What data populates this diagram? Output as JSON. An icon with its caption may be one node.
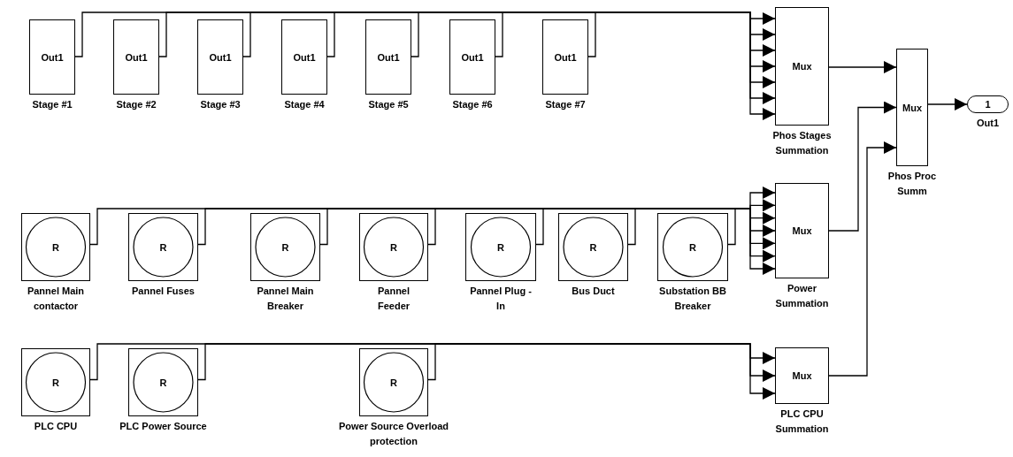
{
  "diagram": {
    "nodes": [
      {
        "text": [
          "Out1"
        ],
        "beside": [
          "Stage #1"
        ]
      },
      {
        "text": [
          "Out1"
        ],
        "beside": [
          "Stage #2"
        ]
      },
      {
        "text": [
          "Out1"
        ],
        "beside": [
          "Stage #3"
        ]
      },
      {
        "text": [
          "Out1"
        ],
        "beside": [
          "Stage #4"
        ]
      },
      {
        "text": [
          "Out1"
        ],
        "beside": [
          "Stage #5"
        ]
      },
      {
        "text": [
          "Out1"
        ],
        "beside": [
          "Stage #6"
        ]
      },
      {
        "text": [
          "Out1"
        ],
        "beside": [
          "Stage #7"
        ]
      },
      {
        "text": [
          "Mux"
        ],
        "beside": [
          "Phos Stages Summation"
        ]
      },
      {
        "text": [
          "Mux"
        ],
        "beside": [
          "Phos Proc Summ"
        ]
      },
      {
        "text": [
          "1"
        ],
        "beside": [
          "Out1"
        ]
      },
      {
        "text": [
          "R"
        ],
        "beside": [
          "Pannel Main contactor"
        ]
      },
      {
        "text": [
          "R"
        ],
        "beside": [
          "Pannel Fuses"
        ]
      },
      {
        "text": [
          "R"
        ],
        "beside": [
          "Pannel Main Breaker"
        ]
      },
      {
        "text": [
          "R"
        ],
        "beside": [
          "Pannel Feeder"
        ]
      },
      {
        "text": [
          "R"
        ],
        "beside": [
          "Pannel Plug -In"
        ]
      },
      {
        "text": [
          "R"
        ],
        "beside": [
          "Bus Duct"
        ]
      },
      {
        "text": [
          "R"
        ],
        "beside": [
          "Substation BB Breaker"
        ]
      },
      {
        "text": [
          "Mux"
        ],
        "beside": [
          "Power Summation"
        ]
      },
      {
        "text": [
          "R"
        ],
        "beside": [
          "PLC CPU"
        ]
      },
      {
        "text": [
          "R"
        ],
        "beside": [
          "PLC Power Source"
        ]
      },
      {
        "text": [
          "R"
        ],
        "beside": [
          "Power Source Overload protection"
        ]
      },
      {
        "text": [
          "Mux"
        ],
        "beside": [
          "PLC CPU Summation"
        ]
      }
    ],
    "edges": [
      {
        "from": 0,
        "to": 7,
        "arrow": "to"
      },
      {
        "from": 1,
        "to": 7,
        "arrow": "to"
      },
      {
        "from": 2,
        "to": 7,
        "arrow": "to"
      },
      {
        "from": 3,
        "to": 7,
        "arrow": "to"
      },
      {
        "from": 4,
        "to": 7,
        "arrow": "to"
      },
      {
        "from": 5,
        "to": 7,
        "arrow": "to"
      },
      {
        "from": 6,
        "to": 7,
        "arrow": "to"
      },
      {
        "from": 7,
        "to": 8,
        "arrow": "to"
      },
      {
        "from": 17,
        "to": 8,
        "arrow": "to"
      },
      {
        "from": 21,
        "to": 8,
        "arrow": "to"
      },
      {
        "from": 8,
        "to": 9,
        "arrow": "to"
      },
      {
        "from": 10,
        "to": 17,
        "arrow": "to"
      },
      {
        "from": 11,
        "to": 17,
        "arrow": "to"
      },
      {
        "from": 12,
        "to": 17,
        "arrow": "to"
      },
      {
        "from": 13,
        "to": 17,
        "arrow": "to"
      },
      {
        "from": 14,
        "to": 17,
        "arrow": "to"
      },
      {
        "from": 15,
        "to": 17,
        "arrow": "to"
      },
      {
        "from": 16,
        "to": 17,
        "arrow": "to"
      },
      {
        "from": 18,
        "to": 21,
        "arrow": "to"
      },
      {
        "from": 19,
        "to": 21,
        "arrow": "to"
      },
      {
        "from": 20,
        "to": 21,
        "arrow": "to"
      }
    ]
  }
}
